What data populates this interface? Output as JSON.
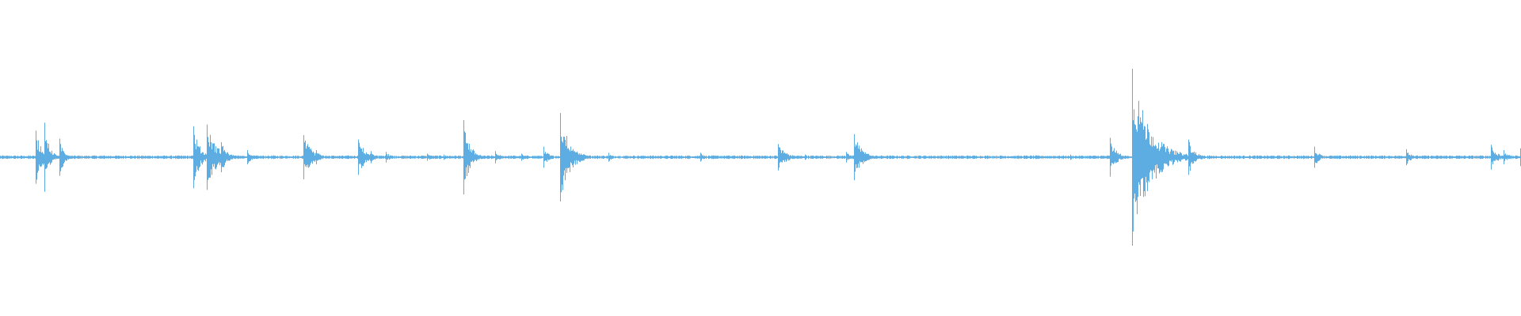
{
  "chart_data": {
    "type": "waveform",
    "color": "#5dade2",
    "background": "#ffffff",
    "amplitude_range": [
      -1,
      1
    ],
    "time_range": [
      0,
      1
    ],
    "grid": false,
    "events": [
      {
        "t": 0.0236,
        "peak": 0.3,
        "decay": 0.004
      },
      {
        "t": 0.0293,
        "peak": 0.39,
        "decay": 0.003
      },
      {
        "t": 0.0389,
        "peak": 0.21,
        "decay": 0.003
      },
      {
        "t": 0.1269,
        "peak": 0.35,
        "decay": 0.004
      },
      {
        "t": 0.1358,
        "peak": 0.37,
        "decay": 0.006
      },
      {
        "t": 0.1454,
        "peak": 0.17,
        "decay": 0.004
      },
      {
        "t": 0.1626,
        "peak": 0.08,
        "decay": 0.003
      },
      {
        "t": 0.1996,
        "peak": 0.25,
        "decay": 0.005
      },
      {
        "t": 0.2079,
        "peak": 0.08,
        "decay": 0.003
      },
      {
        "t": 0.2353,
        "peak": 0.2,
        "decay": 0.005
      },
      {
        "t": 0.2436,
        "peak": 0.07,
        "decay": 0.003
      },
      {
        "t": 0.2538,
        "peak": 0.06,
        "decay": 0.003
      },
      {
        "t": 0.2806,
        "peak": 0.04,
        "decay": 0.004
      },
      {
        "t": 0.2915,
        "peak": 0.03,
        "decay": 0.003
      },
      {
        "t": 0.3048,
        "peak": 0.42,
        "decay": 0.004
      },
      {
        "t": 0.3253,
        "peak": 0.07,
        "decay": 0.003
      },
      {
        "t": 0.3425,
        "peak": 0.04,
        "decay": 0.003
      },
      {
        "t": 0.3571,
        "peak": 0.12,
        "decay": 0.003
      },
      {
        "t": 0.368,
        "peak": 0.5,
        "decay": 0.006
      },
      {
        "t": 0.3999,
        "peak": 0.05,
        "decay": 0.003
      },
      {
        "t": 0.4605,
        "peak": 0.05,
        "decay": 0.003
      },
      {
        "t": 0.5115,
        "peak": 0.15,
        "decay": 0.005
      },
      {
        "t": 0.5293,
        "peak": 0.03,
        "decay": 0.003
      },
      {
        "t": 0.5561,
        "peak": 0.06,
        "decay": 0.003
      },
      {
        "t": 0.5612,
        "peak": 0.26,
        "decay": 0.005
      },
      {
        "t": 0.7034,
        "peak": 0.03,
        "decay": 0.003
      },
      {
        "t": 0.7296,
        "peak": 0.22,
        "decay": 0.004
      },
      {
        "t": 0.7443,
        "peak": 1.0,
        "decay": 0.011
      },
      {
        "t": 0.7634,
        "peak": 0.17,
        "decay": 0.004
      },
      {
        "t": 0.7813,
        "peak": 0.2,
        "decay": 0.004
      },
      {
        "t": 0.8642,
        "peak": 0.12,
        "decay": 0.003
      },
      {
        "t": 0.9247,
        "peak": 0.09,
        "decay": 0.003
      },
      {
        "t": 0.9802,
        "peak": 0.14,
        "decay": 0.004
      },
      {
        "t": 0.9885,
        "peak": 0.08,
        "decay": 0.003
      },
      {
        "t": 0.9994,
        "peak": 0.1,
        "decay": 0.002
      }
    ]
  }
}
